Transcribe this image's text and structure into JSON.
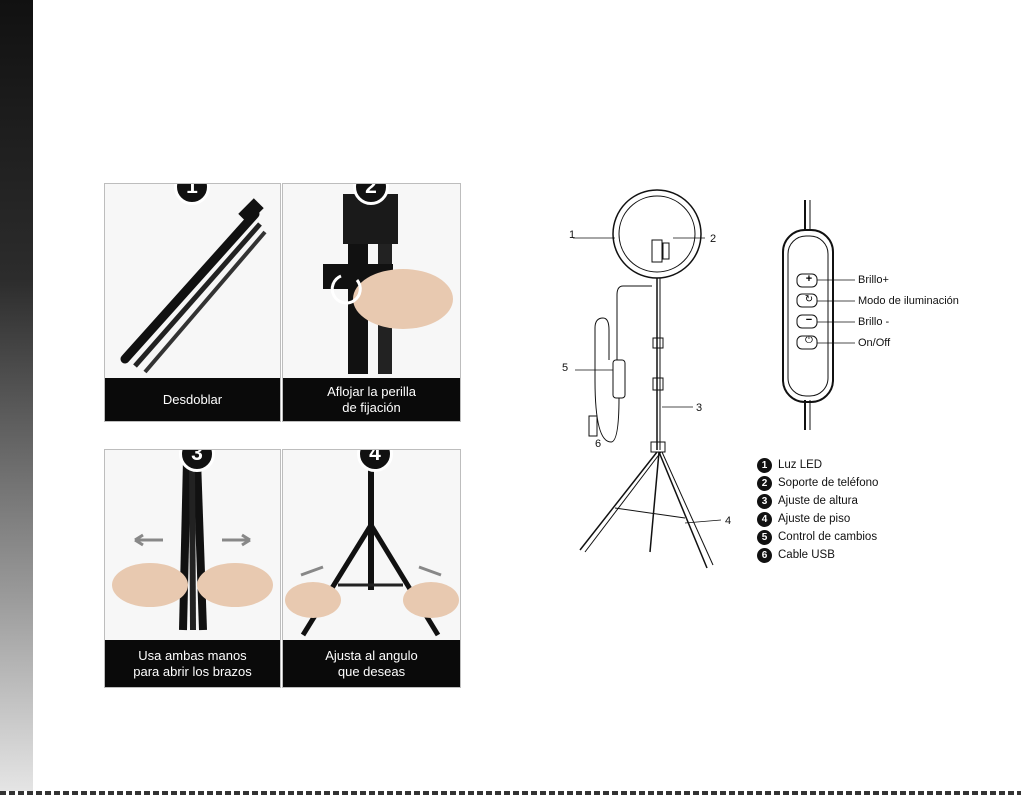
{
  "steps": [
    {
      "number": "1",
      "caption": "Desdoblar"
    },
    {
      "number": "2",
      "caption": "Aflojar la perilla\nde fijación"
    },
    {
      "number": "3",
      "caption": "Usa ambas manos\npara abrir los brazos"
    },
    {
      "number": "4",
      "caption": "Ajusta al angulo\nque deseas"
    }
  ],
  "diagram_labels": {
    "l1": "1",
    "l2": "2",
    "l3": "3",
    "l4": "4",
    "l5": "5",
    "l6": "6"
  },
  "controller": {
    "buttons": [
      {
        "icon": "plus-icon",
        "label": "Brillo+"
      },
      {
        "icon": "cycle-mode-icon",
        "label": "Modo de iluminación"
      },
      {
        "icon": "minus-icon",
        "label": "Brillo -"
      },
      {
        "icon": "power-icon",
        "label": "On/Off"
      }
    ]
  },
  "legend": [
    {
      "number": "1",
      "text": "Luz LED"
    },
    {
      "number": "2",
      "text": "Soporte de teléfono"
    },
    {
      "number": "3",
      "text": "Ajuste de altura"
    },
    {
      "number": "4",
      "text": "Ajuste de piso"
    },
    {
      "number": "5",
      "text": "Control de cambios"
    },
    {
      "number": "6",
      "text": "Cable USB"
    }
  ]
}
